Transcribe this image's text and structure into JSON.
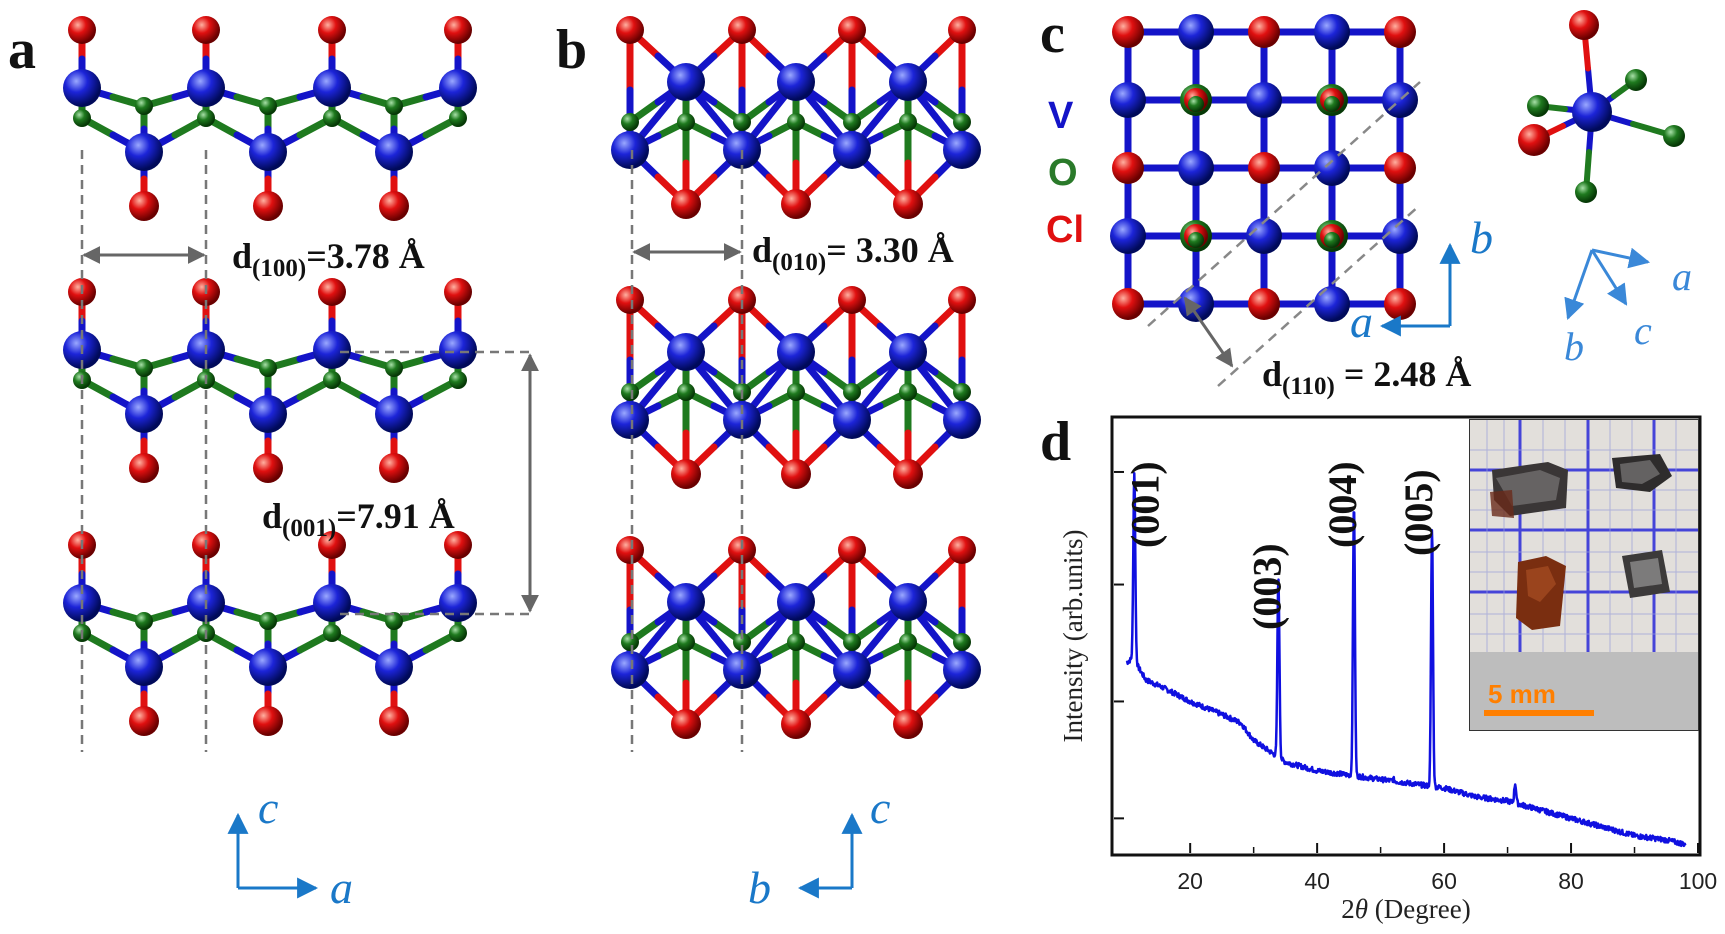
{
  "panels": {
    "a": {
      "label": "a",
      "d100": {
        "prefix": "d",
        "sub": "(100)",
        "value": "=3.78 Å"
      },
      "d001": {
        "prefix": "d",
        "sub": "(001)",
        "value": "=7.91 Å"
      },
      "axes": {
        "vertical": "c",
        "horizontal": "a"
      }
    },
    "b": {
      "label": "b",
      "d010": {
        "prefix": "d",
        "sub": "(010)",
        "value": "= 3.30 Å"
      },
      "axes": {
        "vertical": "c",
        "horizontal": "b"
      }
    },
    "c": {
      "label": "c",
      "legend": [
        {
          "text": "V",
          "color": "#1414c8"
        },
        {
          "text": "O",
          "color": "#2a7a2a"
        },
        {
          "text": "Cl",
          "color": "#e01010"
        }
      ],
      "d110": {
        "prefix": "d",
        "sub": "(110)",
        "value": " = 2.48 Å"
      },
      "axes": {
        "vertical": "b",
        "horizontal": "a"
      },
      "octa_axes": {
        "a": "a",
        "b": "b",
        "c": "c"
      }
    },
    "d": {
      "label": "d",
      "inset_scale": "5 mm"
    }
  },
  "colors": {
    "V": "#1414c8",
    "O": "#1f7a1f",
    "Cl": "#e01010",
    "axis": "#1a78c8",
    "xrd": "#1010e0"
  },
  "chart_data": {
    "type": "line",
    "title": "",
    "xlabel_prefix": "2",
    "xlabel_theta": "θ",
    "xlabel_suffix": " (Degree)",
    "ylabel": "Intensity (arb.units)",
    "xlim": [
      8,
      100
    ],
    "xticks": [
      "20",
      "40",
      "60",
      "80",
      "100"
    ],
    "ylim": [
      0,
      1
    ],
    "peaks": [
      {
        "label": "(001)",
        "x": 11.2,
        "y": 0.88
      },
      {
        "label": "(003)",
        "x": 33.9,
        "y": 0.64
      },
      {
        "label": "(004)",
        "x": 45.8,
        "y": 0.81
      },
      {
        "label": "(005)",
        "x": 58.1,
        "y": 0.75
      }
    ],
    "minor_peaks": [
      {
        "x": 52.0,
        "y": 0.17
      },
      {
        "x": 71.2,
        "y": 0.16
      }
    ],
    "baseline": [
      [
        10.0,
        0.44
      ],
      [
        11.0,
        0.45
      ],
      [
        13,
        0.4
      ],
      [
        16,
        0.38
      ],
      [
        20,
        0.35
      ],
      [
        25,
        0.32
      ],
      [
        28,
        0.3
      ],
      [
        30,
        0.26
      ],
      [
        33,
        0.23
      ],
      [
        35,
        0.21
      ],
      [
        40,
        0.19
      ],
      [
        45,
        0.18
      ],
      [
        50,
        0.17
      ],
      [
        55,
        0.16
      ],
      [
        60,
        0.15
      ],
      [
        65,
        0.13
      ],
      [
        70,
        0.12
      ],
      [
        75,
        0.1
      ],
      [
        80,
        0.08
      ],
      [
        85,
        0.06
      ],
      [
        90,
        0.04
      ],
      [
        95,
        0.03
      ],
      [
        98,
        0.02
      ]
    ]
  }
}
